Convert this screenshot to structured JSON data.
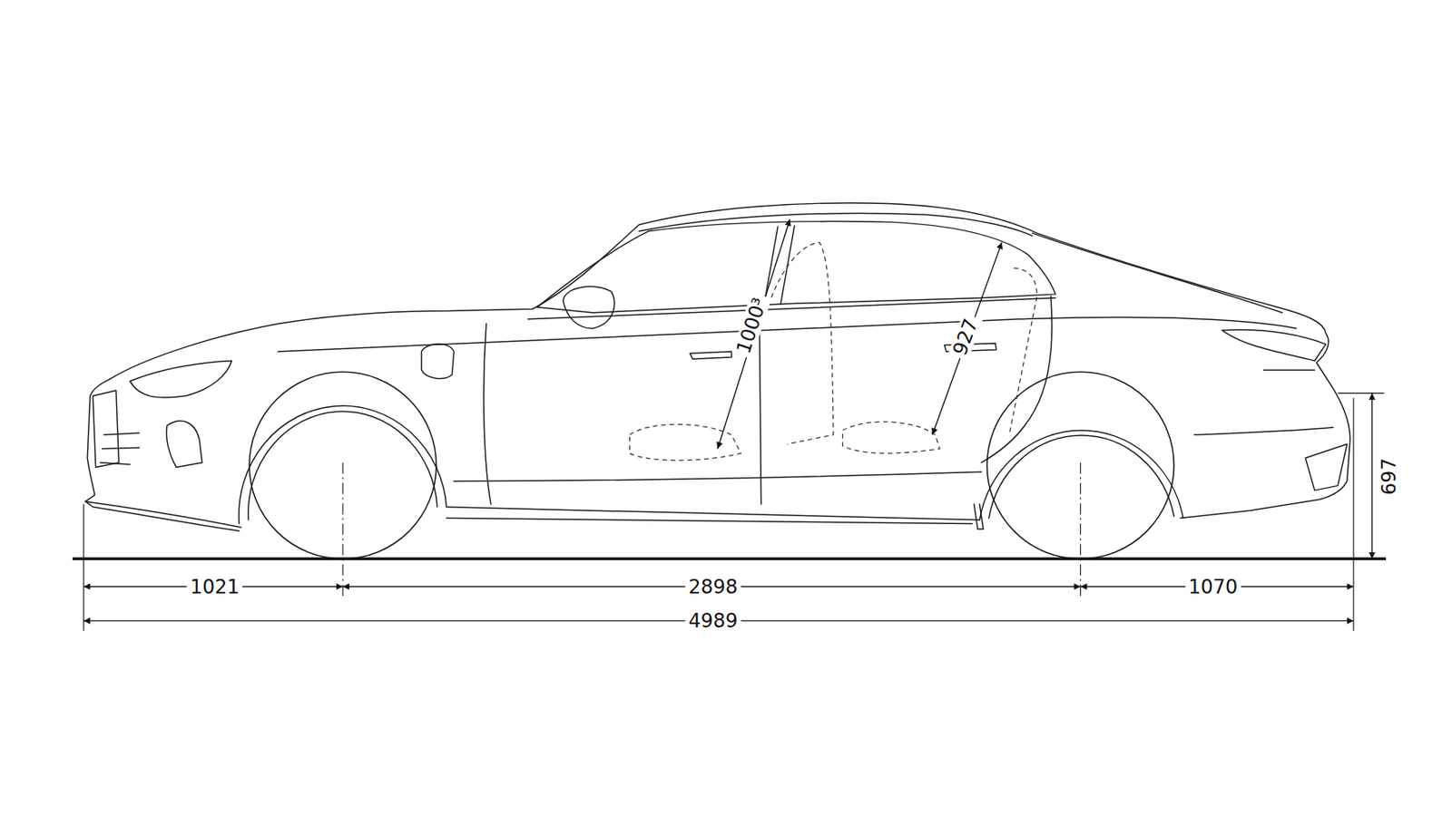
{
  "diagram": {
    "labels": [
      "1021",
      "2898",
      "1070",
      "4989",
      "697",
      "1000³",
      "927"
    ]
  }
}
